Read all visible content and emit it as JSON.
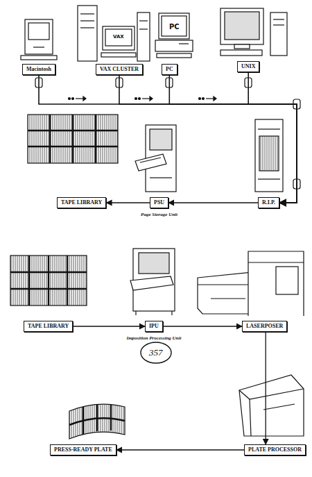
{
  "diagram": {
    "nodes": [
      {
        "text": [
          "Macintosh"
        ]
      },
      {
        "text": [
          "VAX CLUSTER"
        ]
      },
      {
        "text": [
          "PC"
        ]
      },
      {
        "text": [
          "UNIX"
        ]
      },
      {
        "text": [
          "TAPE LIBRARY"
        ]
      },
      {
        "text": [
          "PSU",
          "Page Storage Unit"
        ]
      },
      {
        "text": [
          "R.I.P."
        ]
      },
      {
        "text": [
          "TAPE LIBRARY"
        ]
      },
      {
        "text": [
          "IPU",
          "Imposition Processing Unit"
        ]
      },
      {
        "text": [
          "LASERPOSER"
        ]
      },
      {
        "text": [
          "PRESS-READY PLATE"
        ]
      },
      {
        "text": [
          "PLATE PROCESSOR"
        ]
      }
    ],
    "edges": [
      {
        "from": 0,
        "to": 6,
        "arrow": "to"
      },
      {
        "from": 1,
        "to": 6,
        "arrow": "to"
      },
      {
        "from": 2,
        "to": 6,
        "arrow": "to"
      },
      {
        "from": 3,
        "to": 6,
        "arrow": "to"
      },
      {
        "from": 6,
        "to": 5,
        "arrow": "to"
      },
      {
        "from": 5,
        "to": 4,
        "arrow": "to"
      },
      {
        "from": 7,
        "to": 8,
        "arrow": "to"
      },
      {
        "from": 8,
        "to": 9,
        "arrow": "to"
      },
      {
        "from": 9,
        "to": 11,
        "arrow": "to"
      },
      {
        "from": 11,
        "to": 10,
        "arrow": "to"
      }
    ],
    "labels": [
      "VAX",
      "PC",
      "357"
    ]
  }
}
